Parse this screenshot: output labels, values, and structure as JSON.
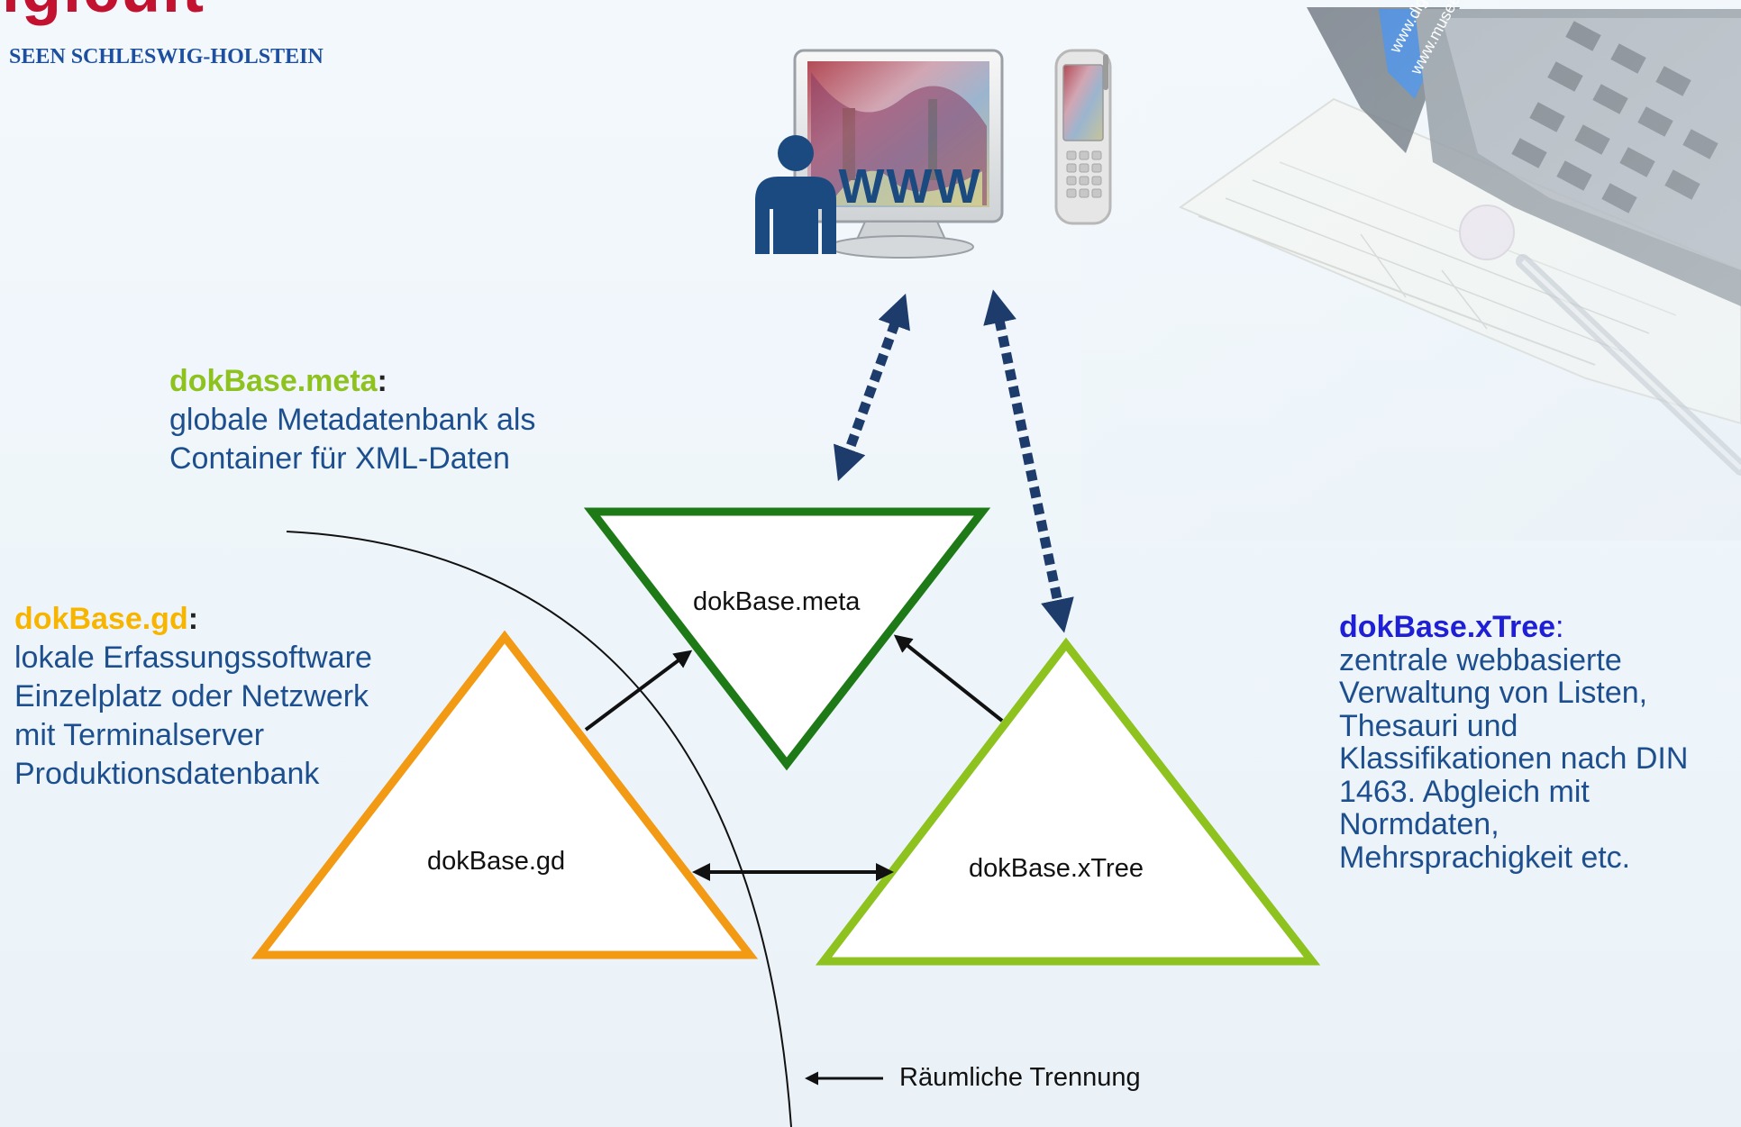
{
  "logo": {
    "wordmark": "igicult",
    "subtitle": "SEEN SCHLESWIG-HOLSTEIN"
  },
  "monitor": {
    "screen_text": "WWW"
  },
  "laptop": {
    "screen_text_1": "www.digic",
    "screen_text_2": "www.museen"
  },
  "descriptions": {
    "meta": {
      "title": "dokBase.meta",
      "colon": ":",
      "lines": [
        "globale Metadatenbank als",
        "Container für XML-Daten"
      ]
    },
    "gd": {
      "title": "dokBase.gd",
      "colon": ":",
      "lines": [
        "lokale Erfassungssoftware",
        "Einzelplatz oder Netzwerk",
        "mit Terminalserver",
        "Produktionsdatenbank"
      ]
    },
    "xtree": {
      "title": "dokBase.xTree",
      "colon": ":",
      "lines": [
        "zentrale webbasierte",
        "Verwaltung von Listen,",
        "Thesauri und",
        "Klassifikationen nach DIN",
        "1463. Abgleich mit",
        "Normdaten,",
        "Mehrsprachigkeit etc."
      ]
    }
  },
  "triangles": {
    "meta_label": "dokBase.meta",
    "gd_label": "dokBase.gd",
    "xtree_label": "dokBase.xTree"
  },
  "separation_label": "Räumliche Trennung",
  "colors": {
    "meta": "#8dc21f",
    "gd": "#f8b500",
    "xtree": "#1f1fd6",
    "meta_triangle": "#1e7a17",
    "gd_triangle": "#f29a14",
    "xtree_triangle": "#8dc21f",
    "arrow_dotted": "#1d3b6b",
    "body_text": "#1d4f8e"
  }
}
